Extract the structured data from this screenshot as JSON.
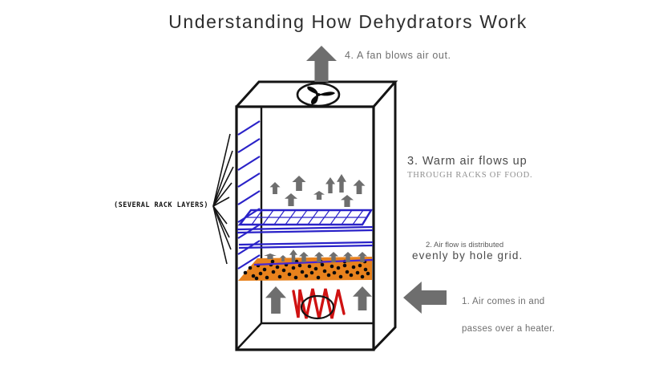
{
  "title": "Understanding How Dehydrators Work",
  "labels": {
    "step_4": "4. A fan blows air out.",
    "step_3_main": "3. Warm air flows up",
    "step_3_sub": "THROUGH RACKS OF FOOD.",
    "step_2_sub": "2. Air flow is distributed",
    "step_2_main": "evenly by hole grid.",
    "step_1_line1": "1. Air comes in and",
    "step_1_line2": "passes over a heater.",
    "rack_layers_note": "(SEVERAL RACK LAYERS)"
  },
  "icons": {
    "exhaust": "arrow-up-icon",
    "fan": "fan-icon",
    "air_in": "arrow-left-icon",
    "airflow": "arrow-up-icon"
  },
  "colors": {
    "ink": "#141414",
    "title-ink": "#2d2d2d",
    "arrow-gray": "#6e6e6e",
    "rack-blue": "#2a22c8",
    "grid-purple": "#4527d4",
    "tray-orange": "#e8821d",
    "heater-red": "#cf1212",
    "label-gray": "#6f6f6f",
    "label-dark": "#4a4a4a",
    "serif-gray": "#8f8f8f",
    "small-gray": "#5a5a5a"
  }
}
